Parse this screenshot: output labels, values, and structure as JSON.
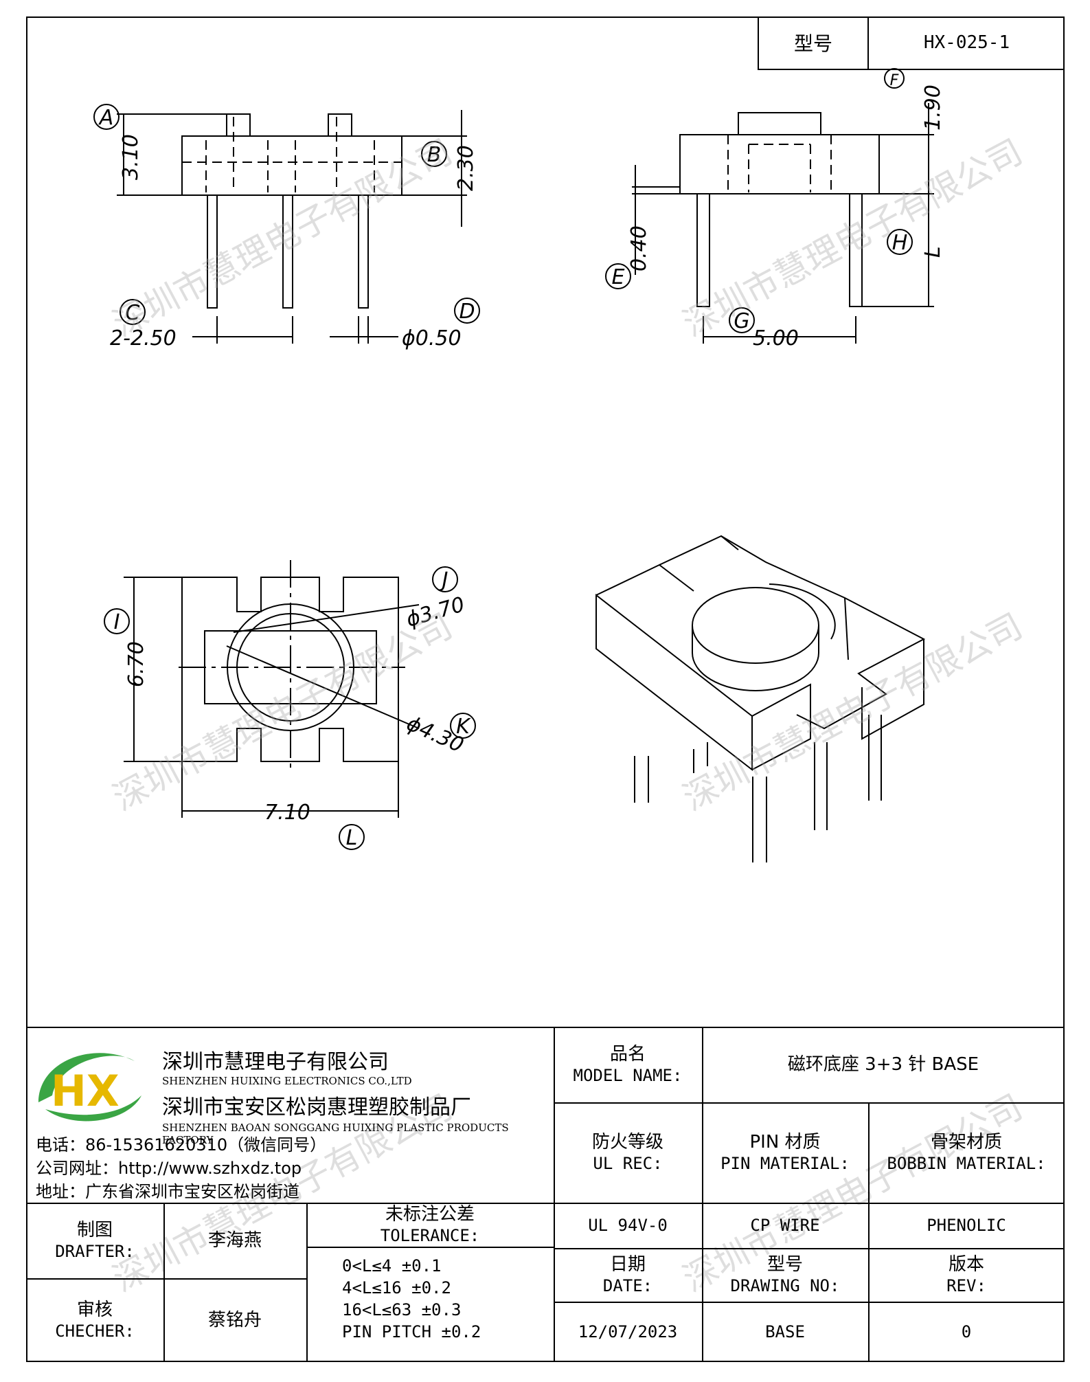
{
  "header": {
    "model_label": "型号",
    "model_value": "HX-025-1"
  },
  "views": {
    "front": {
      "A": "A",
      "B": "B",
      "C": "C",
      "D": "D",
      "dim_height": "3.10",
      "dim_body": "2.30",
      "dim_pitch": "2-2.50",
      "dim_pin": "ϕ0.50"
    },
    "side": {
      "E": "E",
      "F": "F",
      "G": "G",
      "H": "H",
      "dim_top": "1.90",
      "dim_gap": "0.40",
      "dim_width": "5.00",
      "dim_L": "L"
    },
    "bottom": {
      "I": "I",
      "J": "J",
      "K": "K",
      "L": "L",
      "dim_depth": "6.70",
      "dim_width": "7.10",
      "dim_inner": "ϕ3.70",
      "dim_outer": "ϕ4.30"
    }
  },
  "watermark": "深圳市慧理电子有限公司",
  "company": {
    "logo_text": "HX",
    "name_cn": "深圳市慧理电子有限公司",
    "name_en": "SHENZHEN HUIXING ELECTRONICS CO.,LTD",
    "factory_cn": "深圳市宝安区松岗惠理塑胶制品厂",
    "factory_en": "SHENZHEN BAOAN SONGGANG HUIXING PLASTIC PRODUCTS FACTORY",
    "phone": "电话：86-15361620310（微信同号）",
    "website": "公司网址：http://www.szhxdz.top",
    "address": "地址：广东省深圳市宝安区松岗街道"
  },
  "title_block": {
    "model_name_cn": "品名",
    "model_name_en": "MODEL NAME:",
    "model_name_value": "磁环底座 3+3 针 BASE",
    "ul_cn": "防火等级",
    "ul_en": "UL REC:",
    "pin_cn": "PIN 材质",
    "pin_en": "PIN MATERIAL:",
    "bobbin_cn": "骨架材质",
    "bobbin_en": "BOBBIN MATERIAL:",
    "ul_value": "UL 94V-0",
    "pin_value": "CP WIRE",
    "bobbin_value": "PHENOLIC",
    "date_cn": "日期",
    "date_en": "DATE:",
    "dwg_cn": "型号",
    "dwg_en": "DRAWING NO:",
    "rev_cn": "版本",
    "rev_en": "REV:",
    "date_value": "12/07/2023",
    "dwg_value": "BASE",
    "rev_value": "0",
    "drafter_cn": "制图",
    "drafter_en": "DRAFTER:",
    "drafter_value": "李海燕",
    "checker_cn": "审核",
    "checker_en": "CHECHER:",
    "checker_value": "蔡铭舟",
    "tolerance_cn": "未标注公差",
    "tolerance_en": "TOLERANCE:",
    "tolerances": [
      "0<L≤4  ±0.1",
      "4<L≤16 ±0.2",
      "16<L≤63 ±0.3",
      "PIN PITCH ±0.2"
    ]
  }
}
